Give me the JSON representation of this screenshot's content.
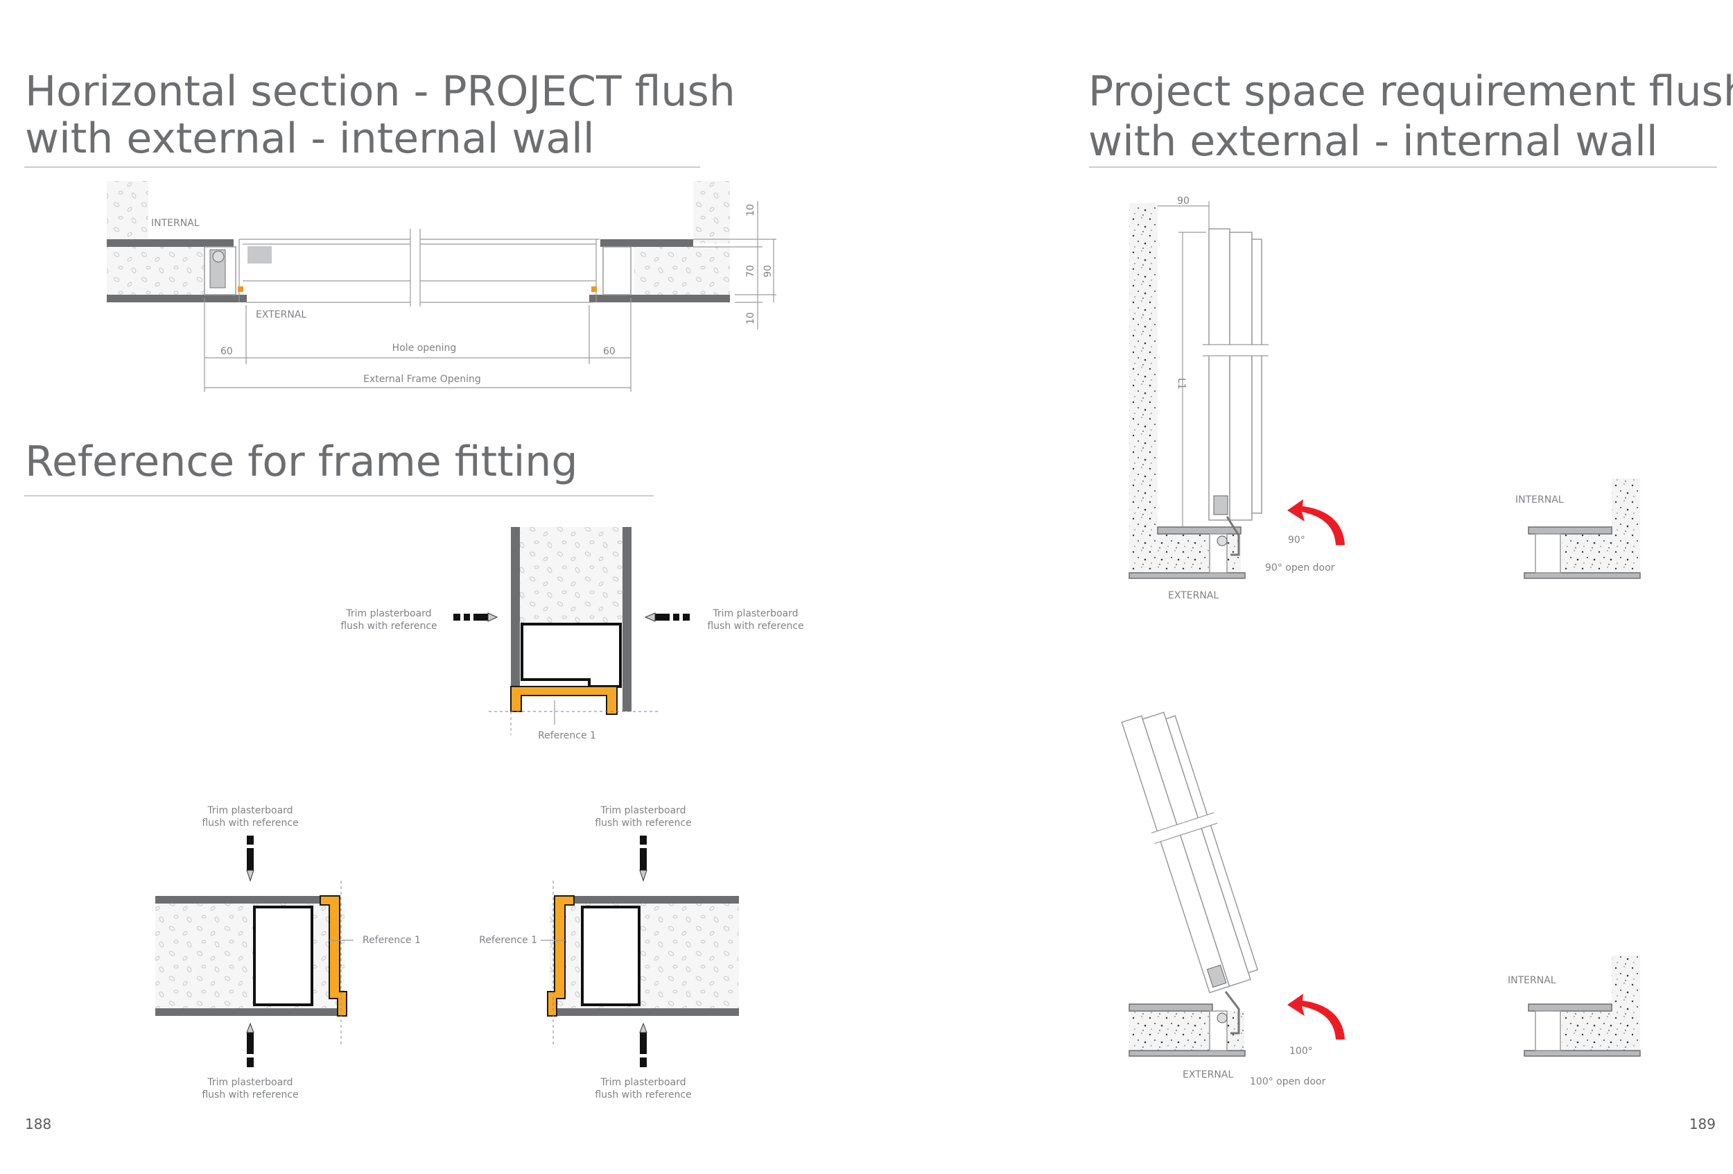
{
  "left_page": {
    "title_line1": "Horizontal section - PROJECT flush",
    "title_line2": "with external - internal wall",
    "section_diagram": {
      "internal": "INTERNAL",
      "external": "EXTERNAL",
      "dim_top": "10",
      "dim_mid": "70",
      "dim_total": "90",
      "dim_bottom": "10",
      "dim_left": "60",
      "dim_right": "60",
      "hole_opening": "Hole opening",
      "external_frame_opening": "External Frame Opening"
    },
    "fitting_title": "Reference for frame fitting",
    "fitting": {
      "trim_line1": "Trim plasterboard",
      "trim_line2": "flush with reference",
      "reference": "Reference 1"
    },
    "page_number": "188"
  },
  "right_page": {
    "title_line1": "Project space requirement flush",
    "title_line2": "with external - internal wall",
    "diagram_90": {
      "dim_width": "90",
      "dim_length": "L1",
      "angle": "90°",
      "caption": "90° open door",
      "external": "EXTERNAL",
      "internal": "INTERNAL"
    },
    "diagram_100": {
      "angle": "100°",
      "caption": "100° open door",
      "external": "EXTERNAL",
      "internal": "INTERNAL"
    },
    "page_number": "189"
  },
  "colors": {
    "title": "#6d6e70",
    "accent_orange": "#f7a823",
    "arrow_red": "#ed1c24",
    "wall_bar": "#6d6e70"
  }
}
